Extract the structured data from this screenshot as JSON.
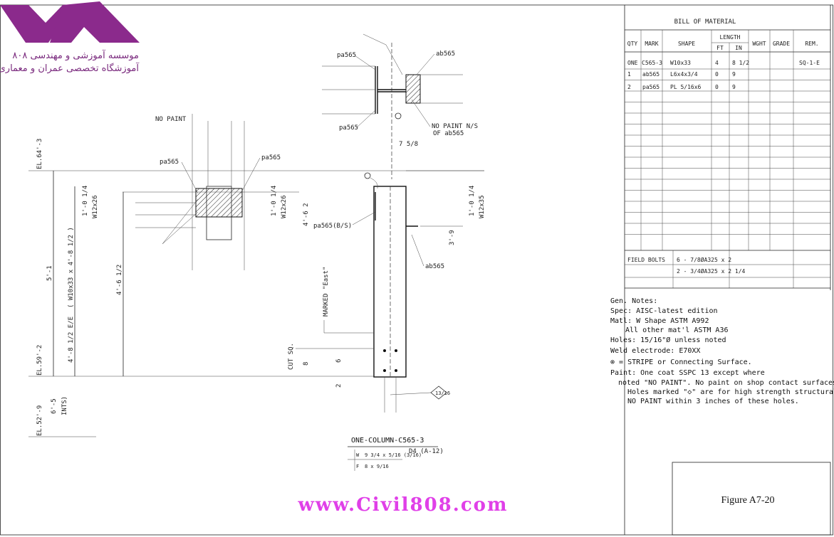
{
  "logo": {
    "line1": "موسسه آموزشی و مهندسی ۸۰۸",
    "line2": "آموزشگاه تخصصی عمران و معماری",
    "color": "#8b2a8c"
  },
  "watermark": "www.Civil808.com",
  "figure_label": "Figure A7-20",
  "bom": {
    "title": "BILL OF MATERIAL",
    "headers": {
      "qty": "QTY",
      "mark": "MARK",
      "shape": "SHAPE",
      "length": "LENGTH",
      "ft": "FT",
      "in": "IN",
      "wght": "WGHT",
      "grade": "GRADE",
      "rem": "REM."
    },
    "rows": [
      {
        "qty": "ONE",
        "mark": "C565-3",
        "shape": "W10x33",
        "ft": "4",
        "in": "8 1/2",
        "rem": "SQ-1-E"
      },
      {
        "qty": "1",
        "mark": "ab565",
        "shape": "L6x4x3/4",
        "ft": "0",
        "in": "9",
        "rem": ""
      },
      {
        "qty": "2",
        "mark": "pa565",
        "shape": "PL 5/16x6",
        "ft": "0",
        "in": "9",
        "rem": ""
      }
    ],
    "field_bolts_label": "FIELD BOLTS",
    "field_bolts": [
      "6 - 7/8ØA325 x 2",
      "2 - 3/4ØA325 x 2 1/4"
    ]
  },
  "notes": [
    "Gen. Notes:",
    "Spec: AISC-latest edition",
    "Matl: W Shape ASTM A992",
    "All other mat'l ASTM A36",
    "Holes: 15/16\"Ø unless noted",
    "Weld electrode: E70XX",
    "⊗ = STRIPE or Connecting Surface.",
    "Paint: One coat SSPC 13 except where",
    "noted \"NO PAINT\". No paint on shop contact surfaces.",
    "Holes marked \"◇\" are for high strength structural bolts.",
    "NO PAINT within 3 inches of these holes."
  ],
  "drawing": {
    "labels": {
      "pa565_top": "pa565",
      "ab565_top": "ab565",
      "pa565_mid": "pa565",
      "no_paint_ns": "NO PAINT N/S",
      "of_ab565": "OF ab565",
      "no_paint": "NO PAINT",
      "pa565_left": "pa565",
      "pa565_right": "pa565",
      "pa565_bs": "pa565(B/S)",
      "ab565_side": "ab565",
      "marked_east": "MARKED \"East\"",
      "cut_sq": "CUT SQ.",
      "el_64": "EL.64'-3",
      "el_59": "EL.59'-2",
      "el_52": "EL.52'-9",
      "dim_5_1": "5'-1",
      "dim_4_8_ee": "4'-8 1/2 E/E",
      "dim_w10": "( W10x33 x 4'-8 1/2 )",
      "dim_4_6": "4'-6 1/2",
      "dim_6_5": "6'-5",
      "ints": "INTS)",
      "dim_1_0_a": "1'-0 1/4",
      "w12x26_a": "W12x26",
      "dim_1_0_b": "1'-0 1/4",
      "w12x26_b": "W12x26",
      "dim_4_6b": "4'-6 2",
      "dim_1_0_c": "1'-0 1/4",
      "w12x35": "W12x35",
      "dim_3_9": "3'-9",
      "dim_7_5": "7 5/8",
      "dim_8": "8",
      "dim_6": "6",
      "dim_2": "2",
      "weld_13": "13/16"
    },
    "title_block": {
      "piece": "ONE-COLUMN-C565-3",
      "w_label": "W",
      "w_value": "9 3/4 x 5/16 (3/16)",
      "f_label": "F",
      "f_value": "8 x 9/16",
      "sheet": "D4 (A-12)"
    }
  }
}
